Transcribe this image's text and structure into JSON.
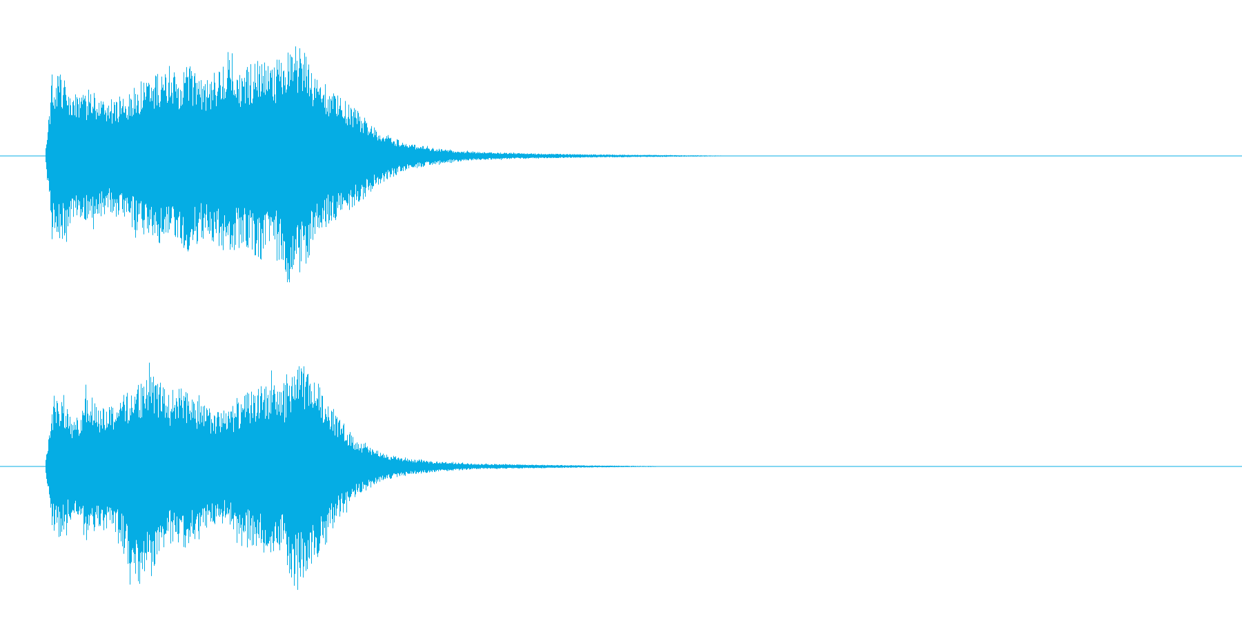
{
  "chart_data": {
    "type": "area",
    "description_kind": "stereo-waveform",
    "color": "#05ADE4",
    "background": "#FFFFFF",
    "x_range": [
      0,
      1
    ],
    "y_range": [
      -1,
      1
    ],
    "grid": false,
    "legend": "none",
    "channels": [
      {
        "envelope_x": [
          0.0,
          0.0055,
          0.012,
          0.025,
          0.04,
          0.052,
          0.065,
          0.08,
          0.095,
          0.11,
          0.12,
          0.135,
          0.15,
          0.165,
          0.18,
          0.195,
          0.205,
          0.215,
          0.222,
          0.23,
          0.245,
          0.26,
          0.28,
          0.3,
          0.32,
          0.34,
          0.36,
          0.4,
          0.45,
          0.5,
          0.55,
          0.6,
          1.0
        ],
        "envelope_upper": [
          0.0,
          0.55,
          0.62,
          0.42,
          0.5,
          0.4,
          0.45,
          0.55,
          0.62,
          0.58,
          0.66,
          0.55,
          0.68,
          0.62,
          0.72,
          0.64,
          0.86,
          0.8,
          0.66,
          0.52,
          0.44,
          0.34,
          0.18,
          0.1,
          0.065,
          0.04,
          0.03,
          0.02,
          0.012,
          0.008,
          0.004,
          0.0,
          0.0
        ],
        "envelope_lower": [
          0.0,
          0.56,
          0.64,
          0.45,
          0.52,
          0.42,
          0.46,
          0.58,
          0.64,
          0.6,
          0.7,
          0.58,
          0.72,
          0.66,
          0.76,
          0.68,
          0.98,
          0.84,
          0.7,
          0.54,
          0.46,
          0.36,
          0.2,
          0.11,
          0.07,
          0.045,
          0.03,
          0.02,
          0.012,
          0.008,
          0.004,
          0.0,
          0.0
        ]
      },
      {
        "envelope_x": [
          0.0,
          0.0055,
          0.012,
          0.025,
          0.035,
          0.045,
          0.06,
          0.075,
          0.09,
          0.105,
          0.115,
          0.13,
          0.145,
          0.16,
          0.17,
          0.185,
          0.2,
          0.205,
          0.215,
          0.225,
          0.235,
          0.245,
          0.26,
          0.28,
          0.3,
          0.32,
          0.34,
          0.36,
          0.4,
          0.45,
          0.5,
          0.55,
          1.0
        ],
        "envelope_upper": [
          0.0,
          0.45,
          0.52,
          0.32,
          0.55,
          0.44,
          0.48,
          0.6,
          0.68,
          0.52,
          0.6,
          0.46,
          0.4,
          0.46,
          0.54,
          0.62,
          0.58,
          0.7,
          0.74,
          0.66,
          0.52,
          0.36,
          0.2,
          0.1,
          0.06,
          0.04,
          0.03,
          0.02,
          0.014,
          0.008,
          0.004,
          0.0,
          0.0
        ],
        "envelope_lower": [
          0.0,
          0.46,
          0.54,
          0.34,
          0.58,
          0.46,
          0.5,
          0.86,
          0.74,
          0.56,
          0.62,
          0.48,
          0.42,
          0.48,
          0.56,
          0.64,
          0.6,
          0.88,
          0.82,
          0.7,
          0.56,
          0.38,
          0.22,
          0.11,
          0.065,
          0.045,
          0.03,
          0.02,
          0.014,
          0.008,
          0.004,
          0.0,
          0.0
        ]
      }
    ]
  }
}
